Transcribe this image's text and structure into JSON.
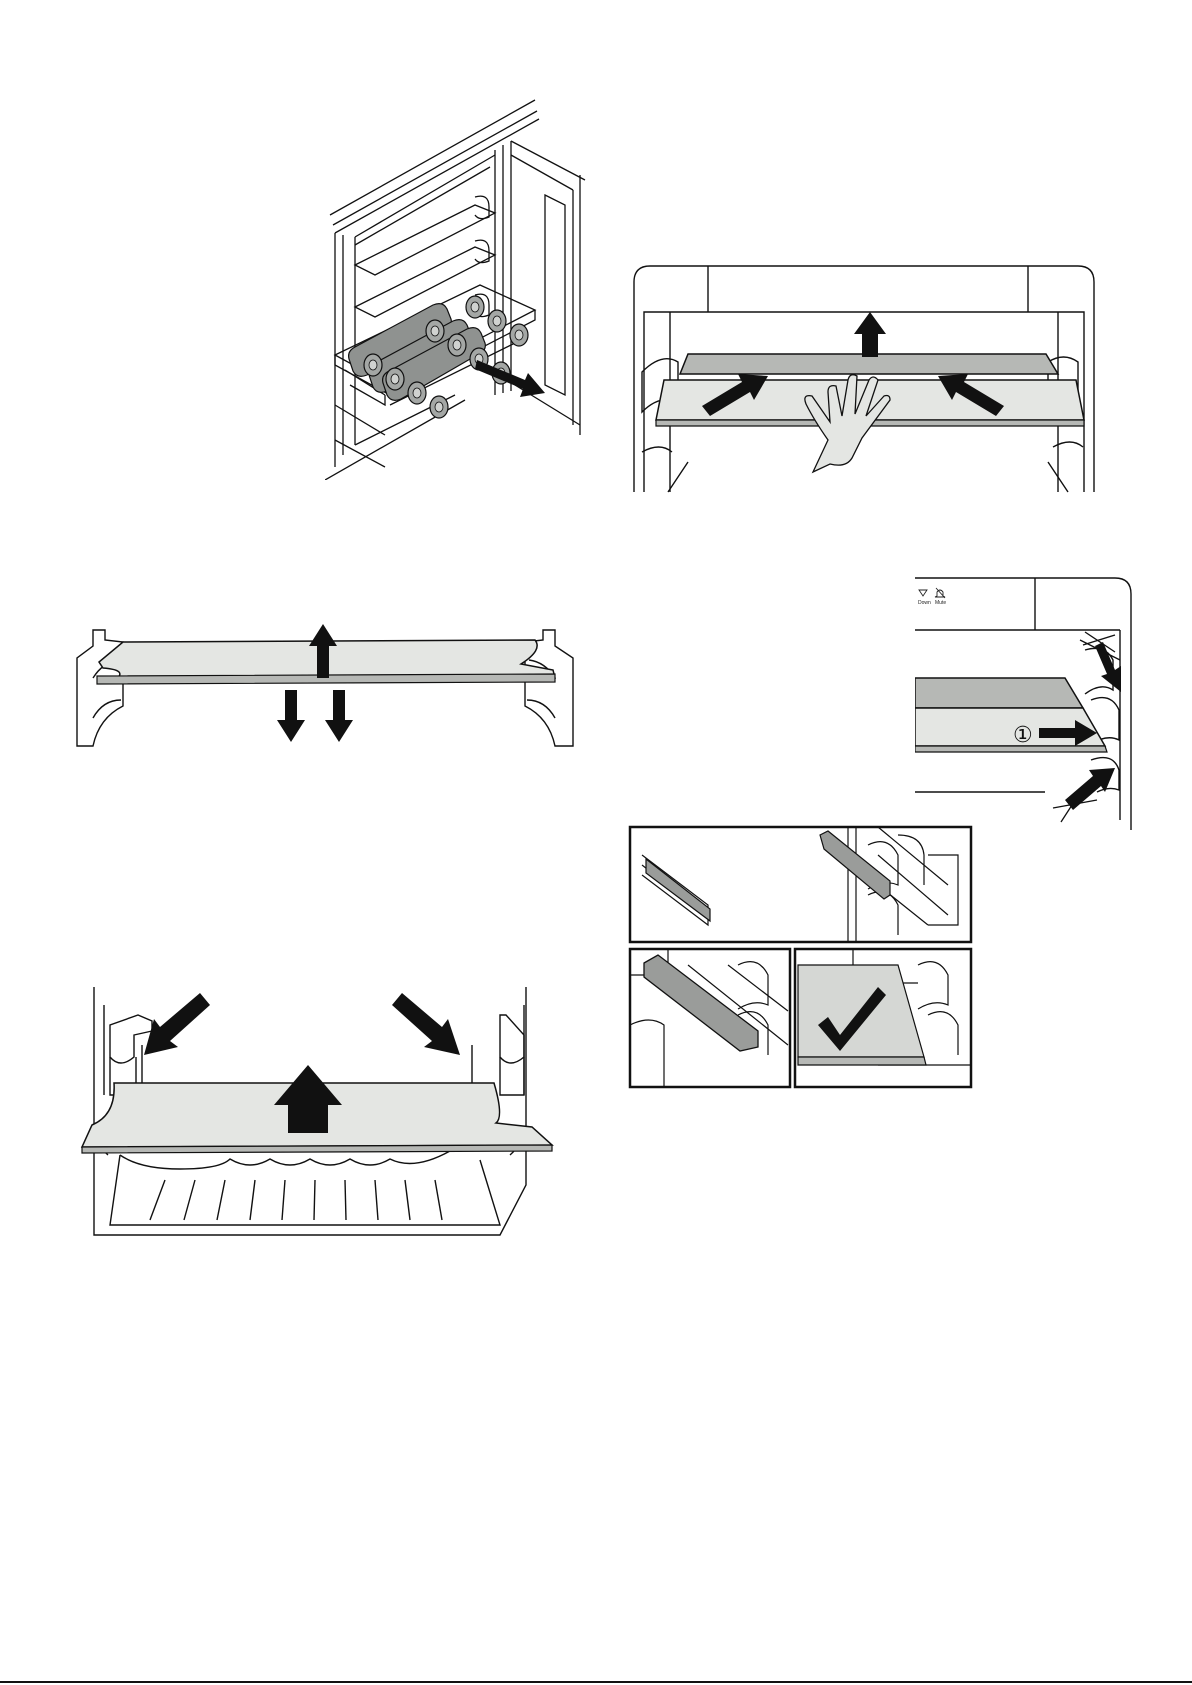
{
  "panel_controls": {
    "down_icon": "triangle-down-icon",
    "down_label": "Down",
    "mute_icon": "bell-mute-icon",
    "mute_label": "Mute"
  },
  "callout_number": "①",
  "colors": {
    "line": "#111111",
    "shelf_light": "#e4e6e3",
    "shelf_mid": "#b6b8b5",
    "bottle": "#8f9290",
    "arrow": "#111111"
  }
}
